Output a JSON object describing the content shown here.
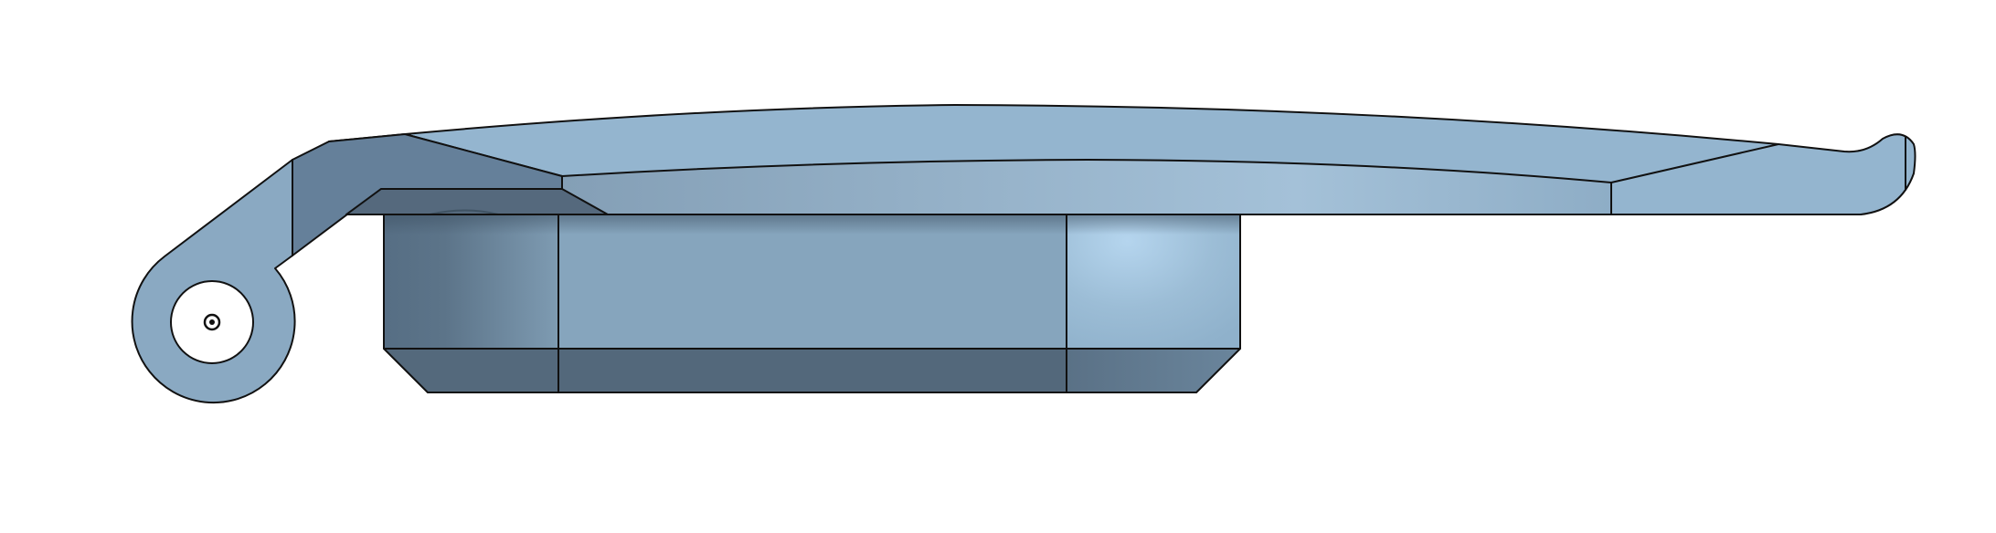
{
  "model": {
    "colors": {
      "face_light": "#94B5CF",
      "face_mid": "#86A5BD",
      "face_dark": "#65809A",
      "face_darker": "#536A7E",
      "highlight": "#B3D3EC",
      "edge": "#111111",
      "background": "#FFFFFF"
    },
    "parts": [
      "lid-plate",
      "hinge-arm",
      "hinge-pin-hole",
      "latch-hook",
      "box-body",
      "box-bevel"
    ]
  }
}
